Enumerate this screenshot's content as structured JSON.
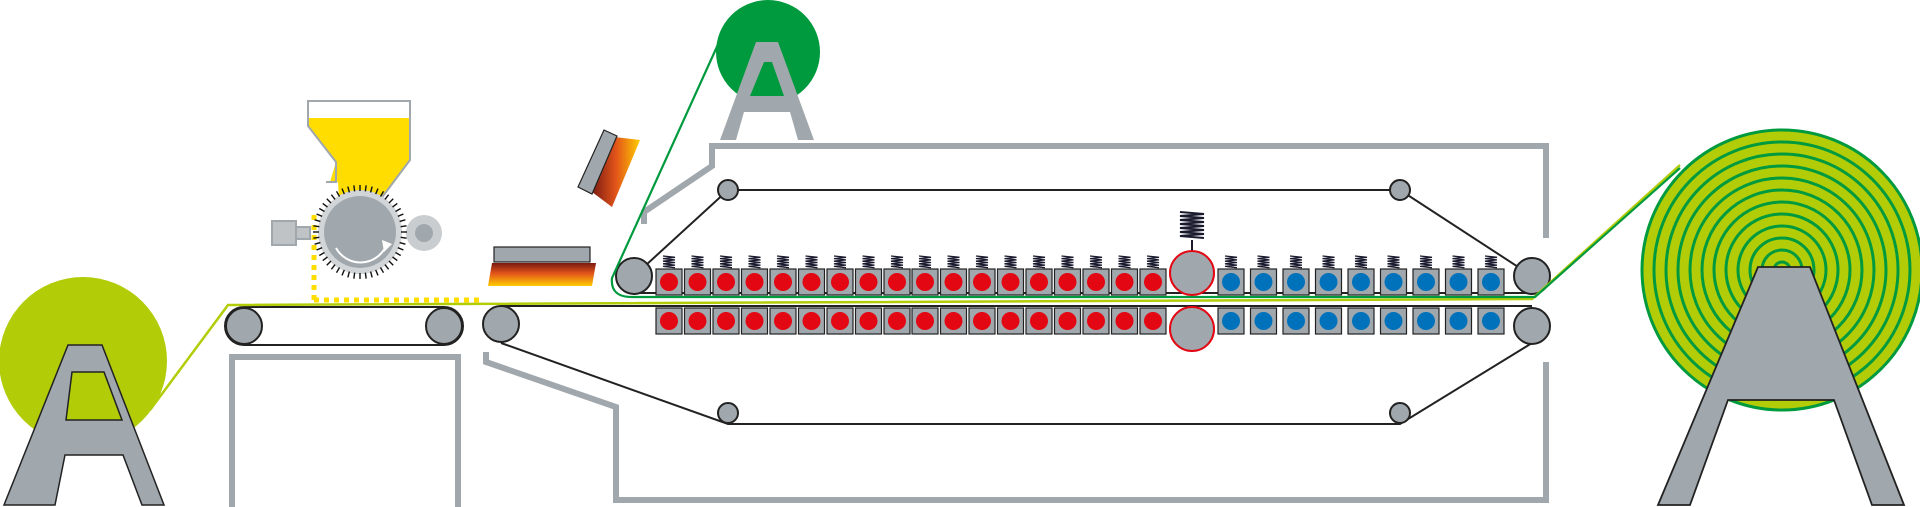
{
  "diagram": {
    "colors": {
      "background": "#ffffff",
      "machine_gray": "#a1a8ad",
      "outline": "#222222",
      "unwind_fabric": "#b2cc08",
      "top_film": "#009a3e",
      "powder_yellow": "#ffdd00",
      "heating_red": "#e30613",
      "cooling_blue": "#0072bc",
      "spring": "#1a1a2e"
    },
    "components": {
      "unwind_roll": "unwind-roll-lime",
      "top_film_roll": "film-roll-green",
      "powder_hopper": "scatter-hopper",
      "infrared_heater_1": "ir-heater-angled",
      "infrared_heater_2": "ir-heater-flat",
      "heating_zone_rows": 2,
      "heating_zone_units_per_row": 18,
      "cooling_zone_units_per_row": 9,
      "wind_up_roll": "winder-roll-laminate"
    },
    "icons": {
      "rotation": "rotation-arrow-icon",
      "spring": "spring-icon"
    }
  }
}
